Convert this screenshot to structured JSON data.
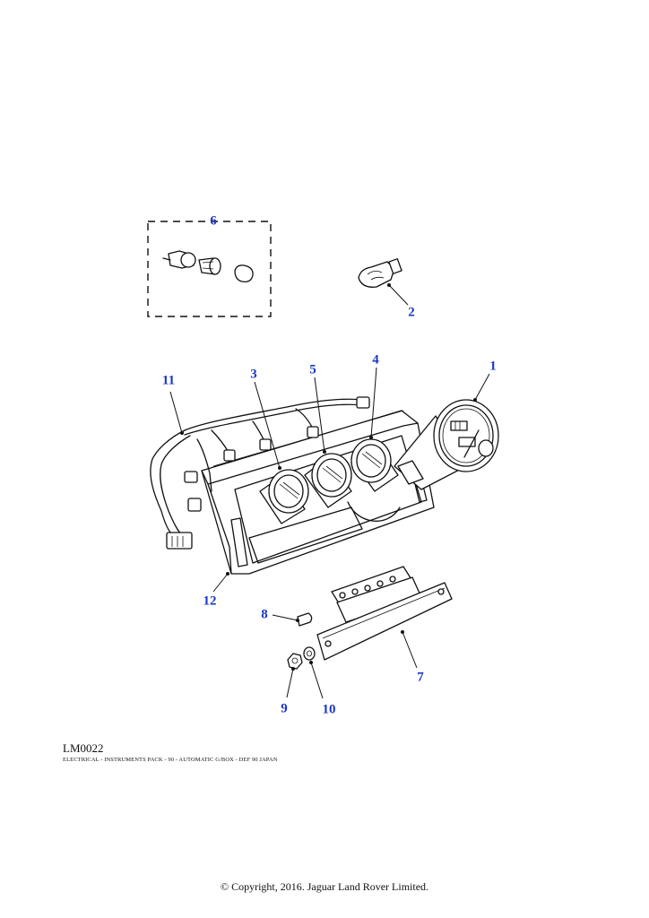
{
  "diagram": {
    "callouts": [
      "1",
      "2",
      "3",
      "4",
      "5",
      "6",
      "7",
      "8",
      "9",
      "10",
      "11",
      "12"
    ]
  },
  "footer": {
    "ref_code": "LM0022",
    "caption": "ELECTRICAL - INSTRUMENTS PACK - 90 - AUTOMATIC G/BOX - DEF 90 JAPAN",
    "copyright": "© Copyright, 2016. Jaguar Land Rover Limited."
  },
  "colors": {
    "callout": "#1a36c8",
    "line": "#111111"
  }
}
